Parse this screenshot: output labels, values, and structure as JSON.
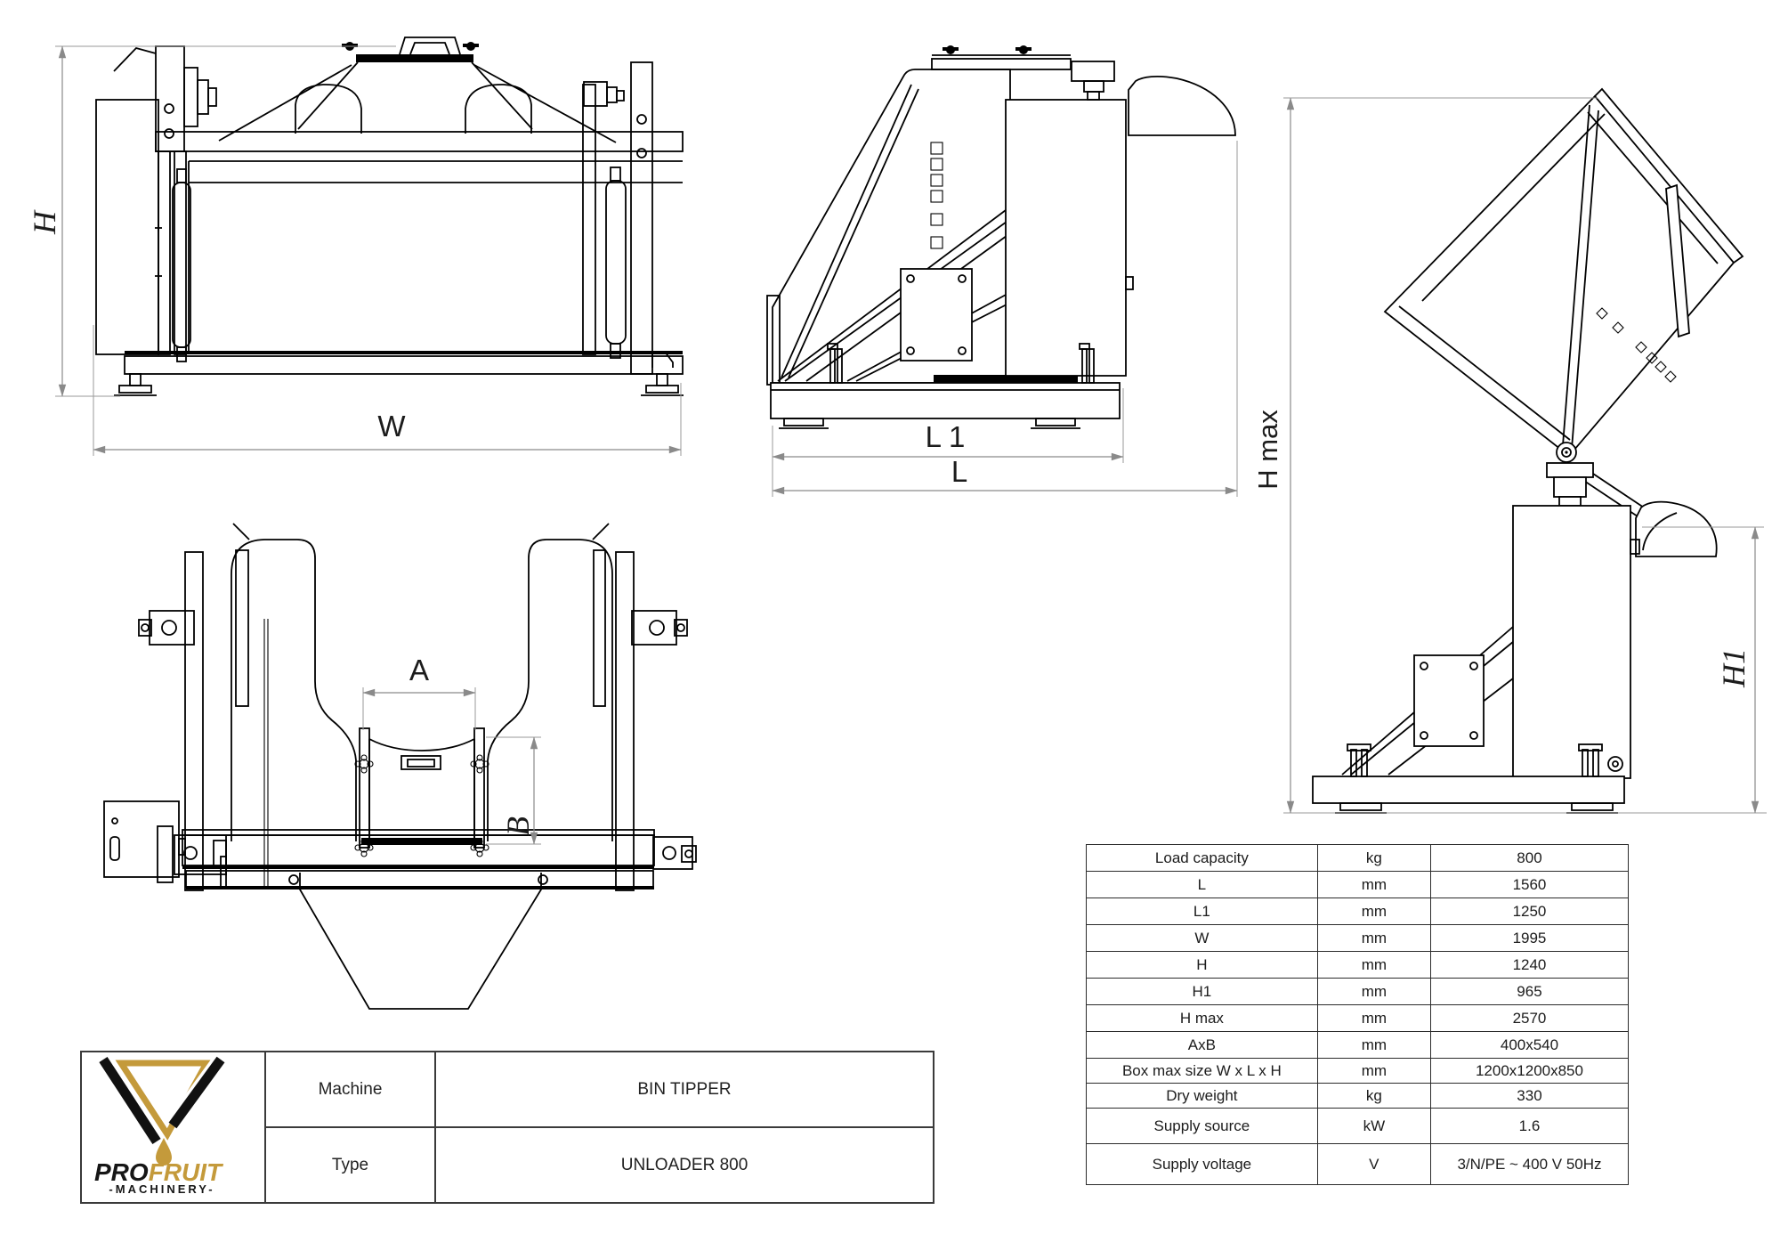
{
  "sheet": {
    "background": "#ffffff"
  },
  "colors": {
    "line": "#000000",
    "dimension": "#8a8a8a",
    "gold": "#c49a3b",
    "ink": "#1c1c1c"
  },
  "views": {
    "front": {
      "h_label": "H",
      "w_label": "W"
    },
    "side": {
      "l1_label": "L 1",
      "l_label": "L"
    },
    "tipped": {
      "hmax_label": "H max",
      "h1_label": "H1"
    },
    "rear": {
      "a_label": "A",
      "b_label": "B"
    }
  },
  "title_block": {
    "logo": {
      "pro": "PRO",
      "fruit": "FRUIT",
      "tagline": "-MACHINERY-"
    },
    "rows": [
      {
        "label": "Machine",
        "value": "BIN TIPPER"
      },
      {
        "label": "Type",
        "value": "UNLOADER 800"
      }
    ]
  },
  "spec_table": {
    "rows": [
      {
        "parameter": "Load capacity",
        "unit": "kg",
        "value": "800"
      },
      {
        "parameter": "L",
        "unit": "mm",
        "value": "1560"
      },
      {
        "parameter": "L1",
        "unit": "mm",
        "value": "1250"
      },
      {
        "parameter": "W",
        "unit": "mm",
        "value": "1995"
      },
      {
        "parameter": "H",
        "unit": "mm",
        "value": "1240"
      },
      {
        "parameter": "H1",
        "unit": "mm",
        "value": "965"
      },
      {
        "parameter": "H max",
        "unit": "mm",
        "value": "2570"
      },
      {
        "parameter": "AxB",
        "unit": "mm",
        "value": "400x540"
      },
      {
        "parameter": "Box max size W x L x H",
        "unit": "mm",
        "value": "1200x1200x850"
      },
      {
        "parameter": "Dry weight",
        "unit": "kg",
        "value": "330"
      },
      {
        "parameter": "Supply source",
        "unit": "kW",
        "value": "1.6"
      },
      {
        "parameter": "Supply voltage",
        "unit": "V",
        "value": "3/N/PE ~ 400 V 50Hz"
      }
    ]
  }
}
